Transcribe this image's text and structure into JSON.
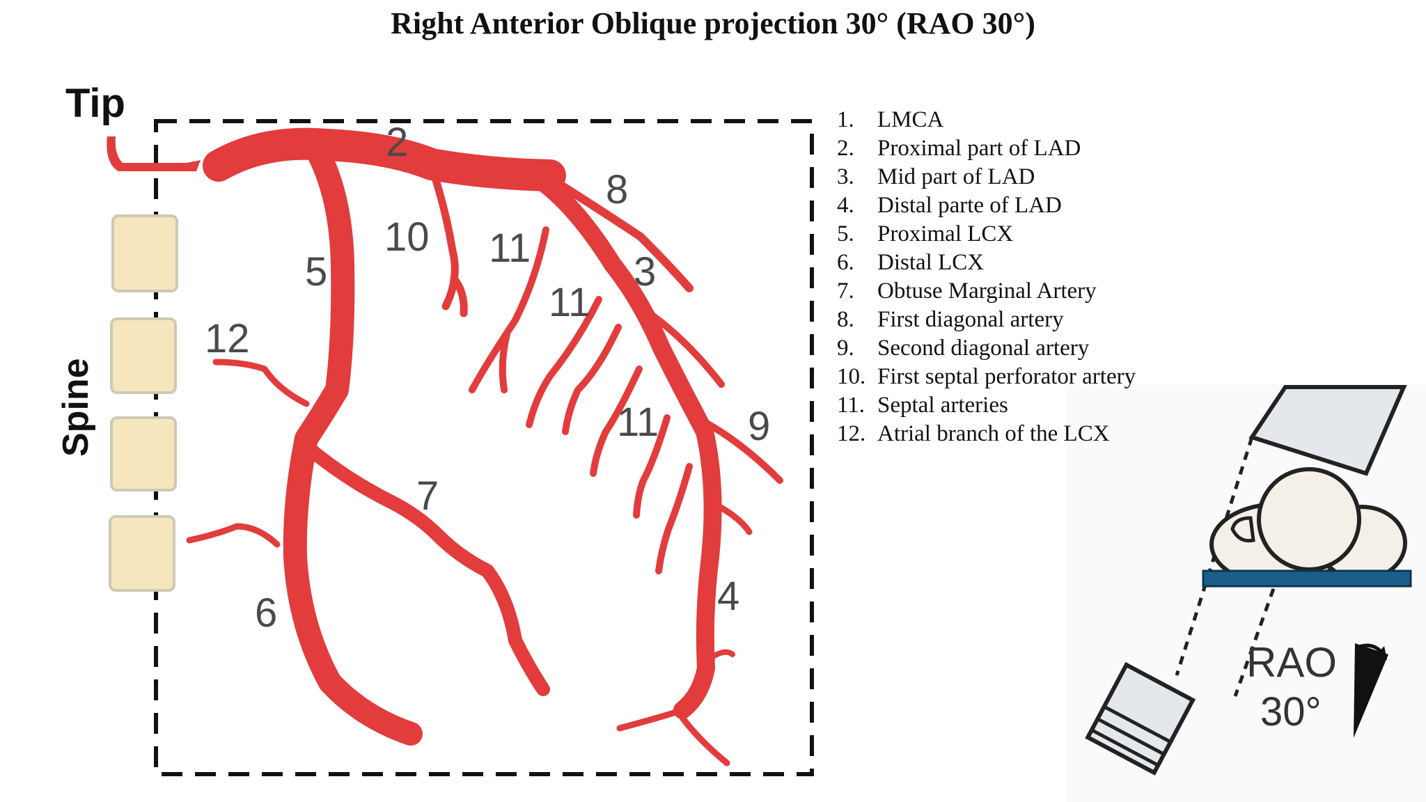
{
  "title": "Right Anterior Oblique projection 30° (RAO 30°)",
  "tip_label": "Tip",
  "spine_label": "Spine",
  "segment_numbers": {
    "n1": "2",
    "n2": "8",
    "n3": "10",
    "n4": "11",
    "n5": "5",
    "n6": "3",
    "n7": "11",
    "n8": "12",
    "n9": "11",
    "n10": "9",
    "n11": "7",
    "n12": "4",
    "n13": "6"
  },
  "legend": [
    {
      "num": "1.",
      "text": "LMCA"
    },
    {
      "num": "2.",
      "text": "Proximal part of LAD"
    },
    {
      "num": "3.",
      "text": "Mid part of LAD"
    },
    {
      "num": "4.",
      "text": "Distal parte of LAD"
    },
    {
      "num": "5.",
      "text": "Proximal LCX"
    },
    {
      "num": "6.",
      "text": "Distal LCX"
    },
    {
      "num": "7.",
      "text": "Obtuse Marginal Artery"
    },
    {
      "num": "8.",
      "text": "First diagonal artery"
    },
    {
      "num": "9.",
      "text": "Second diagonal artery"
    },
    {
      "num": "10.",
      "text": "First septal perforator artery"
    },
    {
      "num": "11.",
      "text": "Septal arteries"
    },
    {
      "num": "12.",
      "text": "Atrial branch of the LCX"
    }
  ],
  "projection": {
    "line1": "RAO",
    "line2": "30°"
  },
  "colors": {
    "artery": "#e23c3c",
    "vertebra": "#f6e6bd",
    "table": "#1a5f8a",
    "frame": "#111111"
  }
}
